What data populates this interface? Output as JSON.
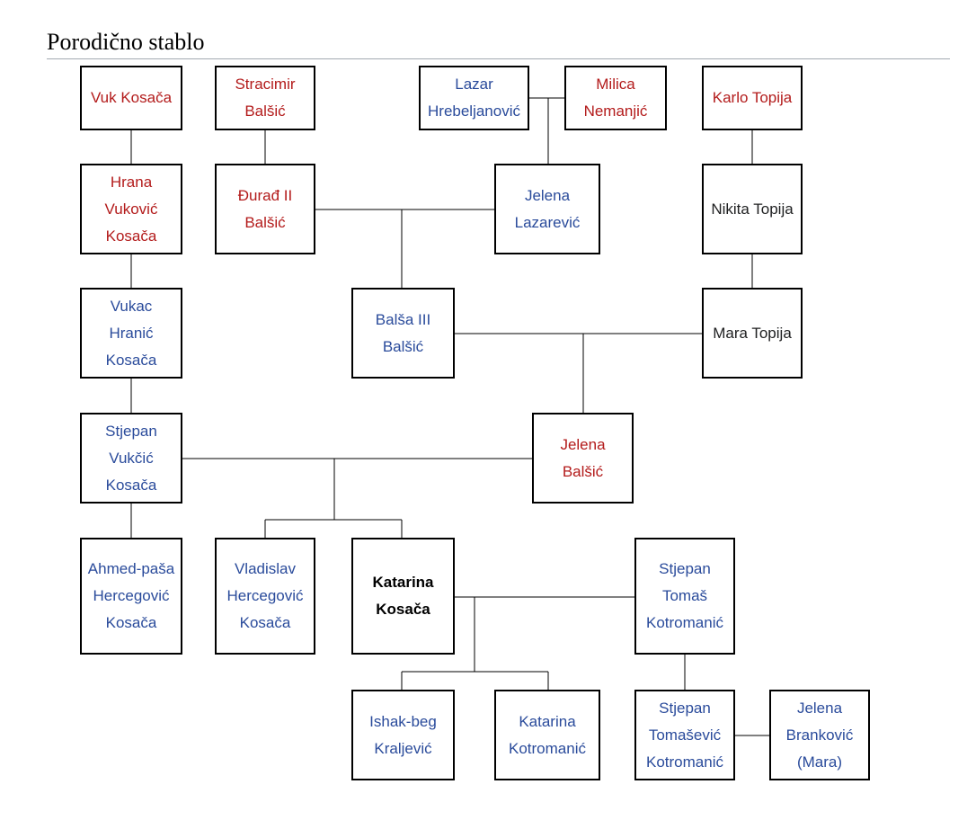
{
  "title": "Porodično stablo",
  "colors": {
    "red": "#b31b1b",
    "blue": "#2a4b9b",
    "black": "#202122",
    "line": "#000000",
    "rule": "#a2a9b1"
  },
  "people": {
    "vuk_kosaca": "Vuk Kosača",
    "stracimir_balsic": "Stracimir Balšić",
    "lazar_hrebeljanovic": "Lazar Hrebeljanović",
    "milica_nemanjic": "Milica Nemanjić",
    "karlo_topija": "Karlo Topija",
    "hrana_vukovic_kosaca": "Hrana Vuković Kosača",
    "durad_ii_balsic": "Đurađ II Balšić",
    "jelena_lazarevic": "Jelena Lazarević",
    "nikita_topija": "Nikita Topija",
    "vukac_hranic_kosaca": "Vukac Hranić Kosača",
    "balsa_iii_balsic": "Balša III Balšić",
    "mara_topija": "Mara Topija",
    "stjepan_vukcic_kosaca": "Stjepan Vukčić Kosača",
    "jelena_balsic": "Jelena Balšić",
    "ahmed_pasa_hercegovic_kosaca": "Ahmed-paša Hercegović Kosača",
    "vladislav_hercegovic_kosaca": "Vladislav Hercegović Kosača",
    "katarina_kosaca": "Katarina Kosača",
    "stjepan_tomas_kotromanic": "Stjepan Tomaš Kotromanić",
    "ishak_beg_kraljevic": "Ishak-beg Kraljević",
    "katarina_kotromanic": "Katarina Kotromanić",
    "stjepan_tomasevic_kotromanic": "Stjepan Tomašević Kotromanić",
    "jelena_brankovic_mara": "Jelena Branković (Mara)"
  }
}
